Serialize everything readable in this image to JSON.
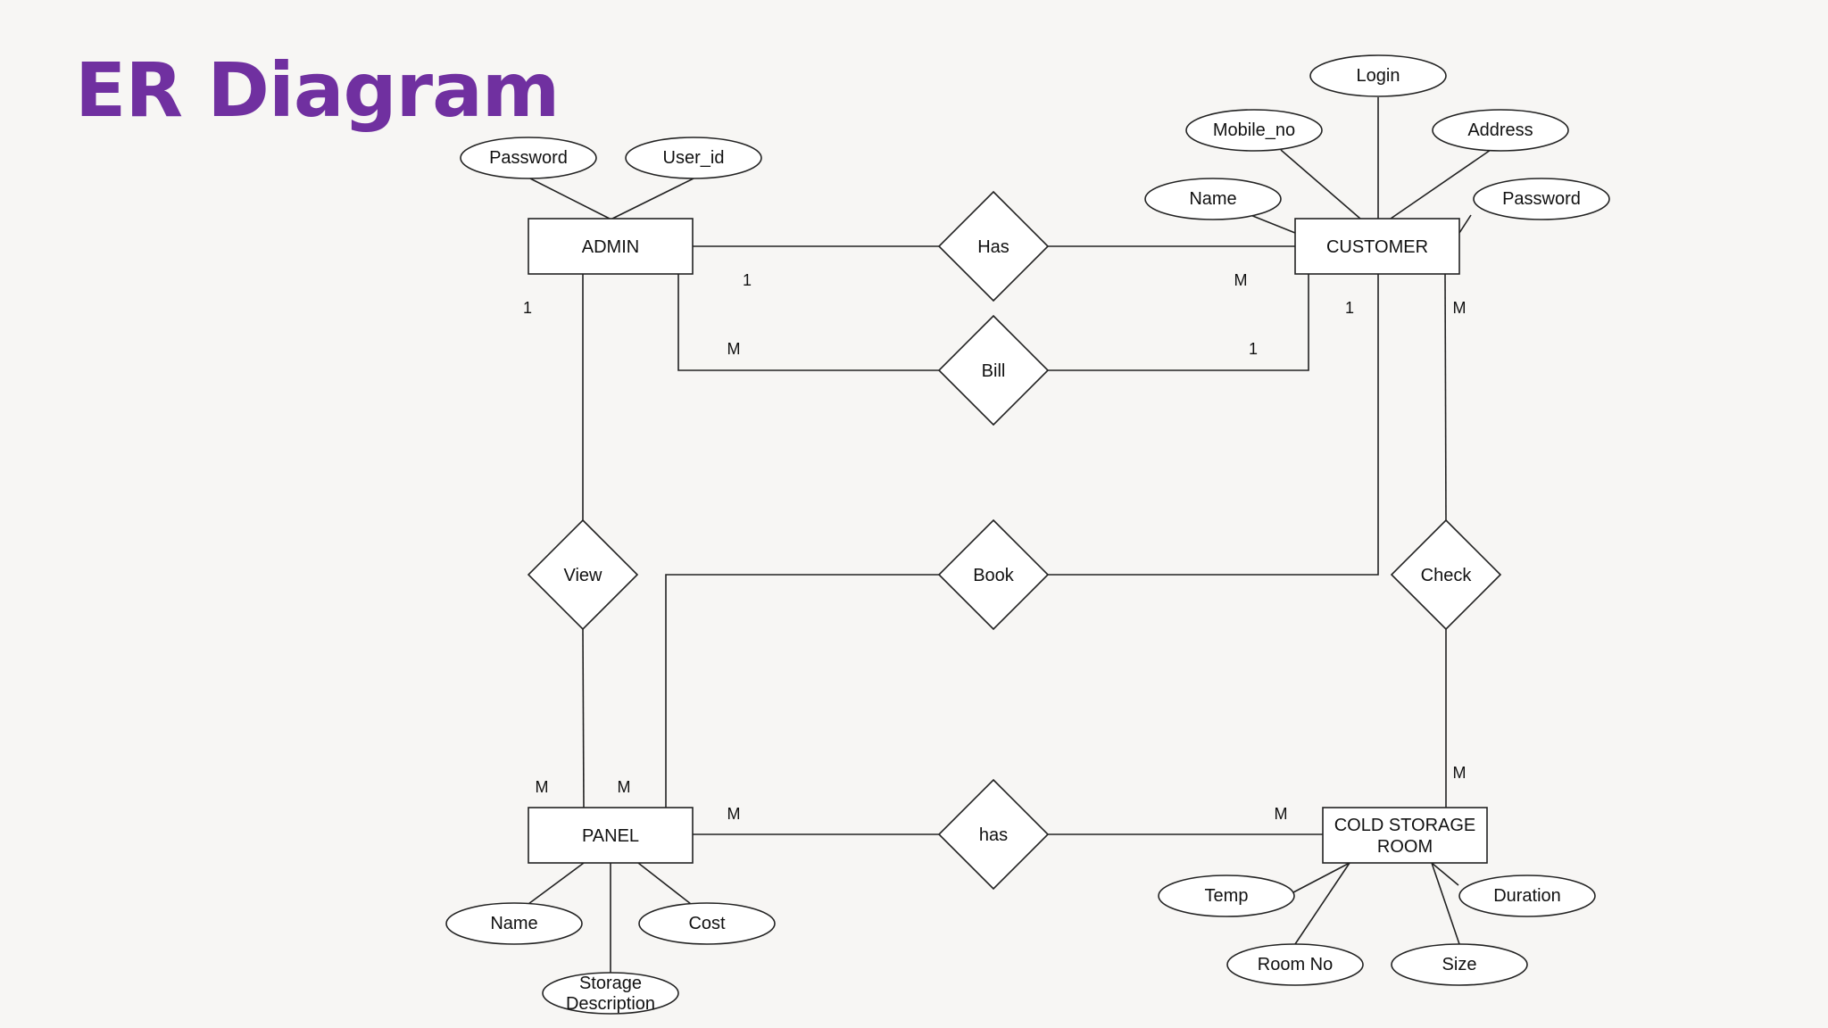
{
  "title": "ER Diagram",
  "entities": {
    "admin": "ADMIN",
    "customer": "CUSTOMER",
    "panel": "PANEL",
    "cold_storage_room": [
      "COLD STORAGE",
      "ROOM"
    ]
  },
  "relationships": {
    "has_top": "Has",
    "bill": "Bill",
    "view": "View",
    "book": "Book",
    "check": "Check",
    "has_bottom": "has"
  },
  "attributes": {
    "admin": {
      "password": "Password",
      "user_id": "User_id"
    },
    "customer": {
      "login": "Login",
      "mobile_no": "Mobile_no",
      "address": "Address",
      "name": "Name",
      "password": "Password"
    },
    "panel": {
      "name": "Name",
      "cost": "Cost",
      "storage_description": [
        "Storage",
        "Description"
      ]
    },
    "cold_storage_room": {
      "temp": "Temp",
      "duration": "Duration",
      "room_no": "Room No",
      "size": "Size"
    }
  },
  "cardinalities": {
    "admin_has": "1",
    "customer_has": "M",
    "admin_view": "1",
    "admin_bill": "M",
    "customer_bill": "1",
    "customer_book": "1",
    "customer_check": "M",
    "panel_view": "M",
    "panel_book": "M",
    "panel_has": "M",
    "room_has": "M",
    "room_check": "M"
  }
}
